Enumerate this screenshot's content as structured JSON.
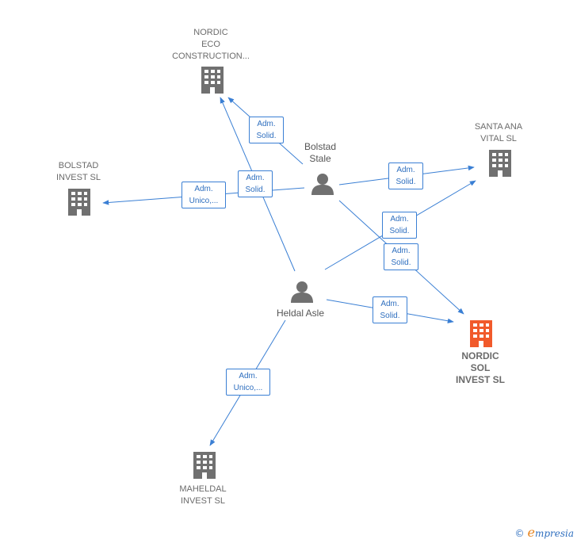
{
  "colors": {
    "edge": "#3a7fd4",
    "company": "#707070",
    "company_highlight": "#f15a2b",
    "person": "#707070"
  },
  "nodes": {
    "nordic_eco": {
      "lines": [
        "NORDIC",
        "ECO",
        "CONSTRUCTION..."
      ],
      "icon": "building-icon"
    },
    "santa_ana": {
      "lines": [
        "SANTA ANA",
        "VITAL  SL"
      ],
      "icon": "building-icon"
    },
    "bolstad_invest": {
      "lines": [
        "BOLSTAD",
        "INVEST  SL"
      ],
      "icon": "building-icon"
    },
    "nordic_sol": {
      "lines": [
        "NORDIC",
        "SOL",
        "INVEST  SL"
      ],
      "icon": "building-icon"
    },
    "maheldal": {
      "lines": [
        "MAHELDAL",
        "INVEST  SL"
      ],
      "icon": "building-icon"
    },
    "bolstad_stale": {
      "lines": [
        "Bolstad",
        "Stale"
      ],
      "icon": "person-icon"
    },
    "heldal_asle": {
      "lines": [
        "Heldal Asle"
      ],
      "icon": "person-icon"
    }
  },
  "edges": [
    {
      "label": [
        "Adm.",
        "Solid."
      ]
    },
    {
      "label": [
        "Adm.",
        "Solid."
      ]
    },
    {
      "label": [
        "Adm.",
        "Unico,..."
      ]
    },
    {
      "label": [
        "Adm.",
        "Solid."
      ]
    },
    {
      "label": [
        "Adm.",
        "Solid."
      ]
    },
    {
      "label": [
        "Adm.",
        "Solid."
      ]
    },
    {
      "label": [
        "Adm.",
        "Solid."
      ]
    },
    {
      "label": [
        "Adm.",
        "Unico,..."
      ]
    }
  ],
  "footer": {
    "copyright": "©",
    "brand_initial": "e",
    "brand_rest": "mpresia"
  }
}
